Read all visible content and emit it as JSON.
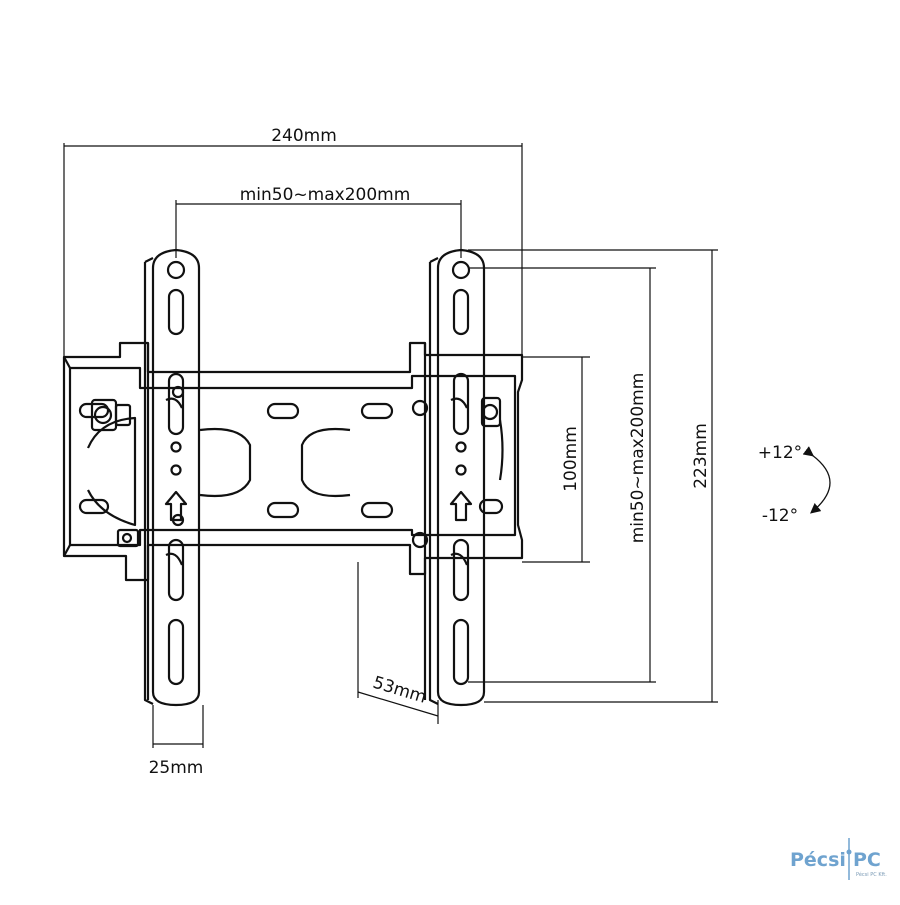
{
  "dimensions": {
    "total_width": "240mm",
    "vesa_horizontal": "min50~max200mm",
    "arm_height": "100mm",
    "vesa_vertical": "min50~max200mm",
    "total_height": "223mm",
    "depth": "53mm",
    "arm_width": "25mm"
  },
  "tilt": {
    "up": "+12°",
    "down": "-12°"
  },
  "logo": {
    "name_left": "Pécsi",
    "name_right": "PC",
    "sub": "Pécsi PC Kft."
  },
  "colors": {
    "line": "#111111",
    "logo": "#6fa3cf"
  }
}
